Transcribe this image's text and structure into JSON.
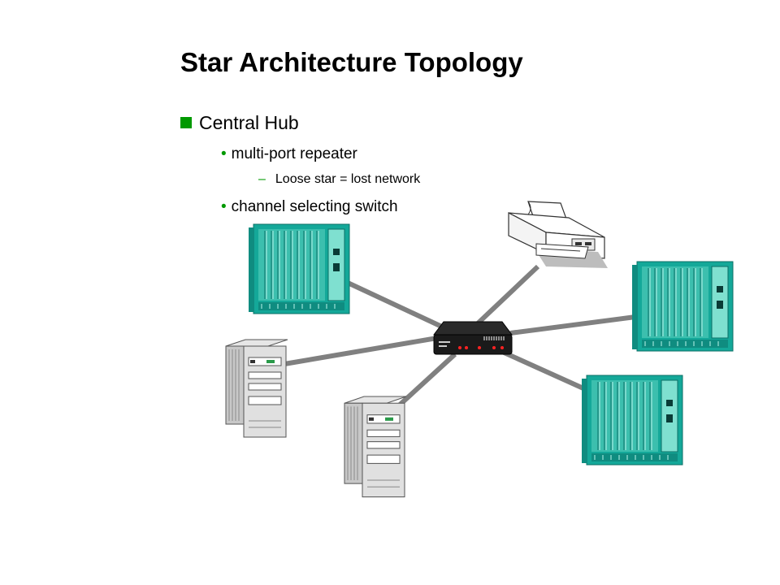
{
  "slide": {
    "title": "Star Architecture Topology",
    "bullets": {
      "level1": "Central Hub",
      "level2_a": "multi-port repeater",
      "level3_a": "Loose star = lost network",
      "level2_b": "channel selecting switch"
    }
  },
  "diagram": {
    "center": "hub",
    "nodes": [
      {
        "icon": "rack-icon"
      },
      {
        "icon": "printer-icon"
      },
      {
        "icon": "rack-icon"
      },
      {
        "icon": "rack-icon"
      },
      {
        "icon": "tower-computer-icon"
      },
      {
        "icon": "tower-computer-icon"
      }
    ],
    "colors": {
      "rack": "#14a899",
      "rack_light": "#7fe0d0",
      "link": "#808080",
      "hub": "#1a1a1a",
      "hub_led": "#ff2222",
      "bullet": "#009900"
    }
  }
}
